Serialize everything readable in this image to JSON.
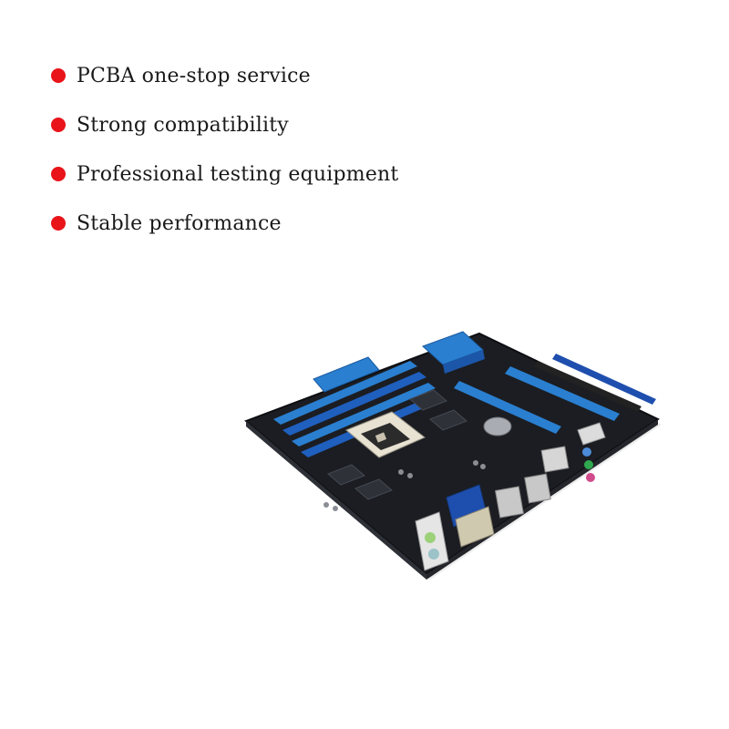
{
  "features": [
    {
      "label": "PCBA one-stop service"
    },
    {
      "label": "Strong compatibility"
    },
    {
      "label": "Professional testing equipment"
    },
    {
      "label": "Stable performance"
    }
  ],
  "image": {
    "subject": "motherboard-image"
  },
  "colors": {
    "bullet": "#e8141a",
    "board": "#1b1d22",
    "slot_blue": "#2a7fd0",
    "slot_dark_blue": "#1f4fae",
    "port_green": "#2fa84f",
    "port_pink": "#d14a8b",
    "port_light_green": "#9cd17a"
  }
}
